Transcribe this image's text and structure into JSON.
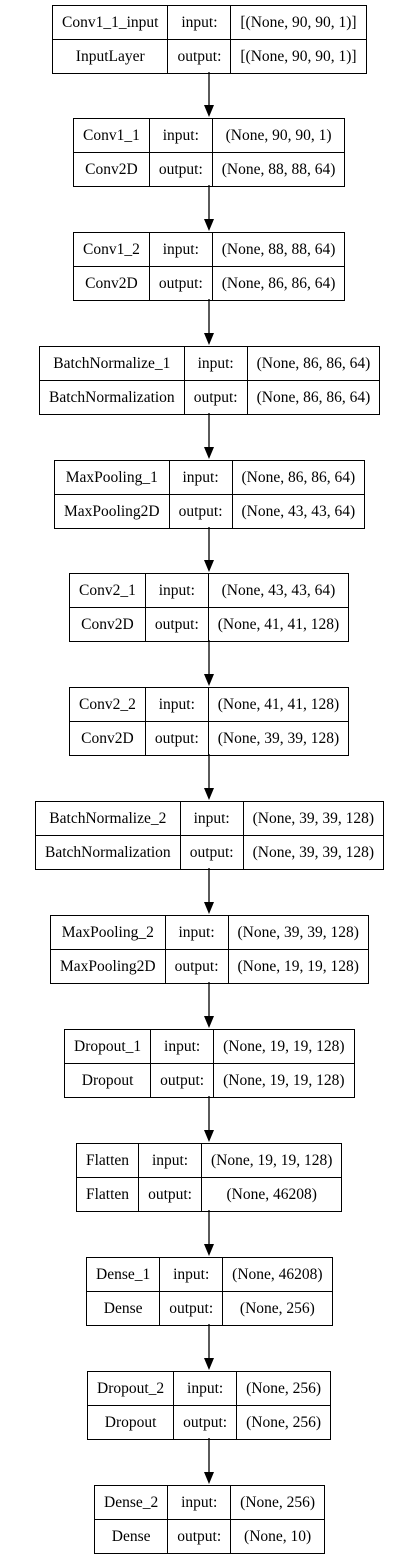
{
  "layers": [
    {
      "name": "Conv1_1_input",
      "type": "InputLayer",
      "input_label": "input:",
      "output_label": "output:",
      "input_shape": "[(None, 90, 90, 1)]",
      "output_shape": "[(None, 90, 90, 1)]"
    },
    {
      "name": "Conv1_1",
      "type": "Conv2D",
      "input_label": "input:",
      "output_label": "output:",
      "input_shape": "(None, 90, 90, 1)",
      "output_shape": "(None, 88, 88, 64)"
    },
    {
      "name": "Conv1_2",
      "type": "Conv2D",
      "input_label": "input:",
      "output_label": "output:",
      "input_shape": "(None, 88, 88, 64)",
      "output_shape": "(None, 86, 86, 64)"
    },
    {
      "name": "BatchNormalize_1",
      "type": "BatchNormalization",
      "input_label": "input:",
      "output_label": "output:",
      "input_shape": "(None, 86, 86, 64)",
      "output_shape": "(None, 86, 86, 64)"
    },
    {
      "name": "MaxPooling_1",
      "type": "MaxPooling2D",
      "input_label": "input:",
      "output_label": "output:",
      "input_shape": "(None, 86, 86, 64)",
      "output_shape": "(None, 43, 43, 64)"
    },
    {
      "name": "Conv2_1",
      "type": "Conv2D",
      "input_label": "input:",
      "output_label": "output:",
      "input_shape": "(None, 43, 43, 64)",
      "output_shape": "(None, 41, 41, 128)"
    },
    {
      "name": "Conv2_2",
      "type": "Conv2D",
      "input_label": "input:",
      "output_label": "output:",
      "input_shape": "(None, 41, 41, 128)",
      "output_shape": "(None, 39, 39, 128)"
    },
    {
      "name": "BatchNormalize_2",
      "type": "BatchNormalization",
      "input_label": "input:",
      "output_label": "output:",
      "input_shape": "(None, 39, 39, 128)",
      "output_shape": "(None, 39, 39, 128)"
    },
    {
      "name": "MaxPooling_2",
      "type": "MaxPooling2D",
      "input_label": "input:",
      "output_label": "output:",
      "input_shape": "(None, 39, 39, 128)",
      "output_shape": "(None, 19, 19, 128)"
    },
    {
      "name": "Dropout_1",
      "type": "Dropout",
      "input_label": "input:",
      "output_label": "output:",
      "input_shape": "(None, 19, 19, 128)",
      "output_shape": "(None, 19, 19, 128)"
    },
    {
      "name": "Flatten",
      "type": "Flatten",
      "input_label": "input:",
      "output_label": "output:",
      "input_shape": "(None, 19, 19, 128)",
      "output_shape": "(None, 46208)"
    },
    {
      "name": "Dense_1",
      "type": "Dense",
      "input_label": "input:",
      "output_label": "output:",
      "input_shape": "(None, 46208)",
      "output_shape": "(None, 256)"
    },
    {
      "name": "Dropout_2",
      "type": "Dropout",
      "input_label": "input:",
      "output_label": "output:",
      "input_shape": "(None, 256)",
      "output_shape": "(None, 256)"
    },
    {
      "name": "Dense_2",
      "type": "Dense",
      "input_label": "input:",
      "output_label": "output:",
      "input_shape": "(None, 256)",
      "output_shape": "(None, 10)"
    }
  ]
}
